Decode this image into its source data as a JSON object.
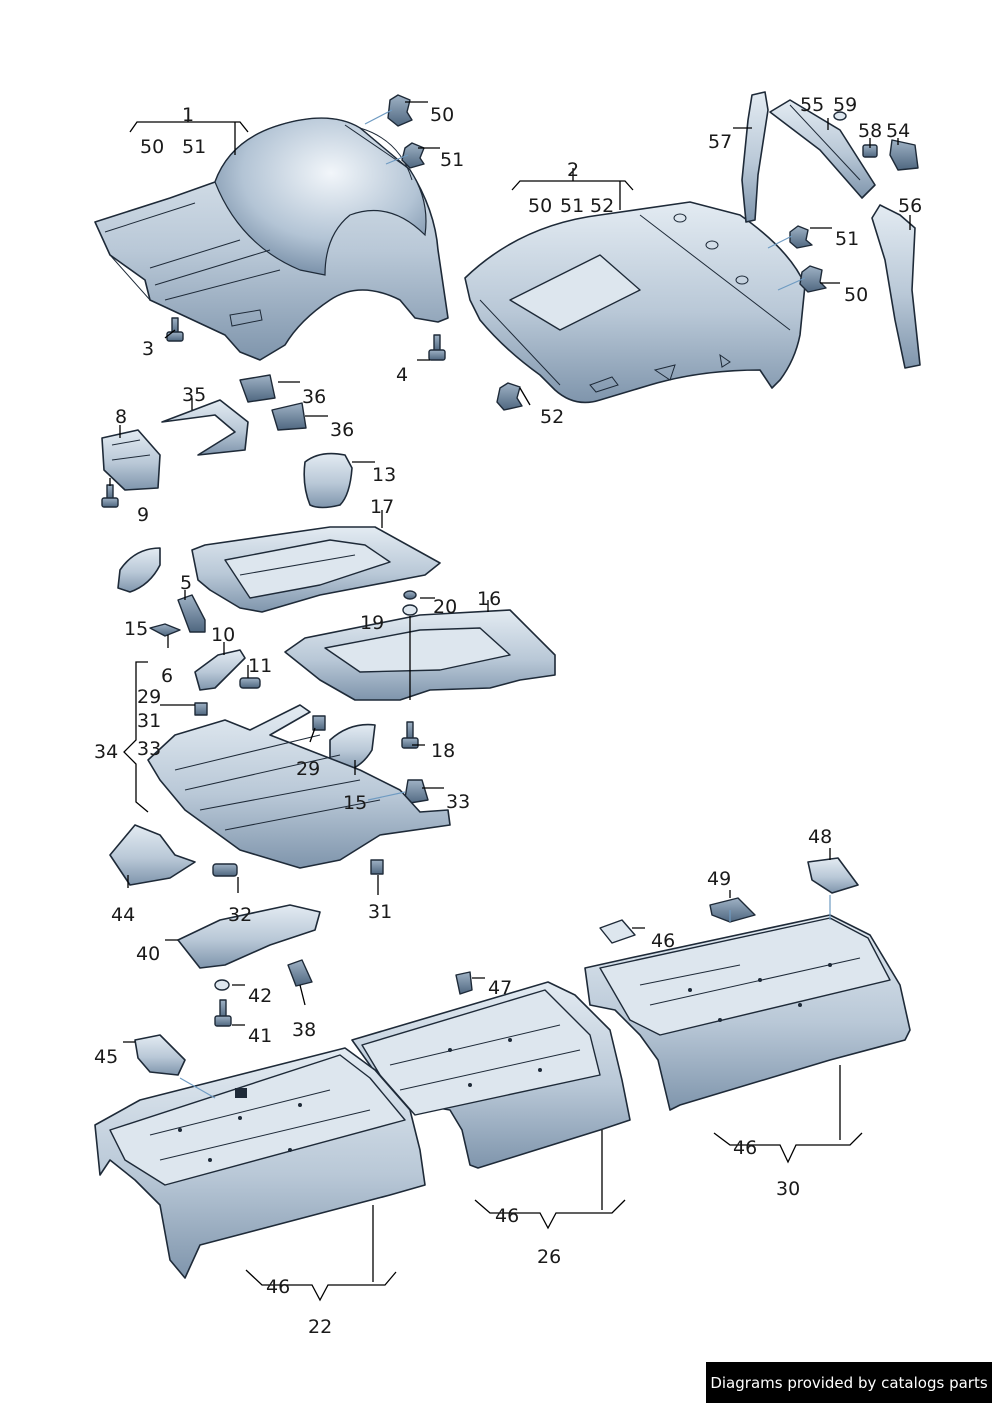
{
  "callouts": [
    "1",
    "50",
    "51",
    "50",
    "51",
    "3",
    "4",
    "2",
    "50",
    "51",
    "52",
    "57",
    "55",
    "59",
    "58",
    "54",
    "56",
    "51",
    "50",
    "52",
    "35",
    "36",
    "36",
    "8",
    "9",
    "13",
    "17",
    "5",
    "15",
    "10",
    "11",
    "6",
    "19",
    "20",
    "16",
    "29",
    "31",
    "33",
    "34",
    "29",
    "18",
    "15",
    "33",
    "44",
    "32",
    "31",
    "40",
    "42",
    "41",
    "38",
    "48",
    "49",
    "46",
    "47",
    "45",
    "46",
    "30",
    "46",
    "26",
    "46",
    "22"
  ],
  "footer": "Diagrams provided by catalogs parts"
}
